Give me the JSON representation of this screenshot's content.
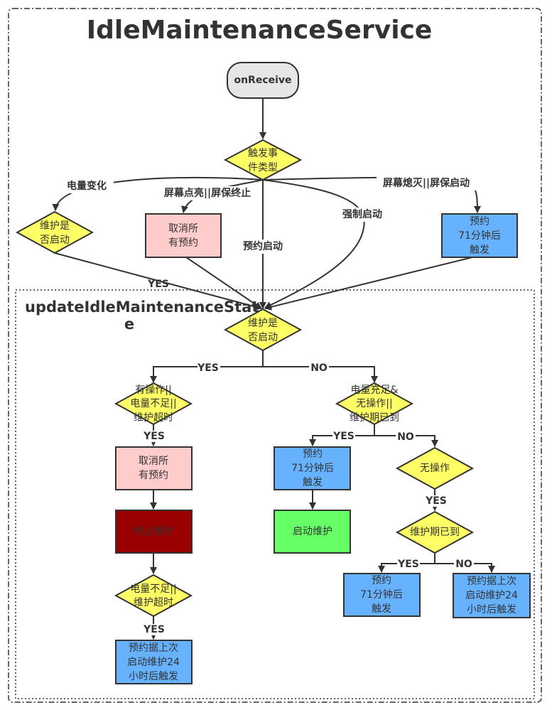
{
  "title": "IdleMaintenanceService",
  "subprocess_title": [
    "updateIdleMaintenanceStat",
    "e"
  ],
  "colors": {
    "decision": "#ffff66",
    "cancel": "#ffcccc",
    "schedule": "#66b2ff",
    "start": "#66ff66",
    "stop": "#990000",
    "start_node": "#e6e6e6",
    "stroke": "#333333"
  },
  "nodes": {
    "start": "onReceive",
    "trigger_type": [
      "触发事",
      "件类型"
    ],
    "is_running_left": [
      "维护是",
      "否启动"
    ],
    "cancel_all_top": [
      "取消所",
      "有预约"
    ],
    "schedule_71_top": [
      "预约",
      "71分钟后",
      "触发"
    ],
    "is_running_main": [
      "维护是",
      "否启动"
    ],
    "cond_stop": [
      "有操作||",
      "电量不足||",
      "维护超时"
    ],
    "cancel_all_mid": [
      "取消所",
      "有预约"
    ],
    "stop_maintenance": "终止维护",
    "cond_low_battery": [
      "电量不足||",
      "维护超时"
    ],
    "schedule_24h_left": [
      "预约据上次",
      "启动维护24",
      "小时后触发"
    ],
    "cond_start": [
      "电量充足&",
      "无操作||",
      "维护期已到"
    ],
    "schedule_71_mid": [
      "预约",
      "71分钟后",
      "触发"
    ],
    "start_maintenance": "启动维护",
    "no_activity": "无操作",
    "period_reached": "维护期已到",
    "schedule_71_bottom": [
      "预约",
      "71分钟后",
      "触发"
    ],
    "schedule_24h_right": [
      "预约据上次",
      "启动维护24",
      "小时后触发"
    ]
  },
  "edges": {
    "battery_change": "电量变化",
    "screen_on": "屏幕点亮||屏保终止",
    "scheduled_start": "预约启动",
    "forced_start": "强制启动",
    "screen_off": "屏幕熄灭||屏保启动",
    "yes": "YES",
    "no": "NO"
  }
}
